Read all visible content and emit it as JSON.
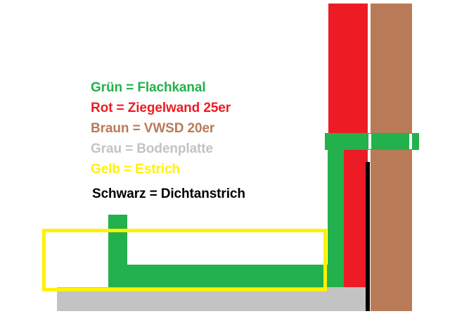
{
  "colors": {
    "green": "#22b14c",
    "red": "#ed1c24",
    "brown": "#b97a57",
    "gray": "#c3c3c3",
    "yellow": "#fff200",
    "black": "#000000"
  },
  "legend": [
    {
      "text": "Grün = Flachkanal",
      "color": "#22b14c"
    },
    {
      "text": "Rot = Ziegelwand 25er",
      "color": "#ed1c24"
    },
    {
      "text": "Braun = VWSD 20er",
      "color": "#b97a57"
    },
    {
      "text": "Grau = Bodenplatte",
      "color": "#c3c3c3"
    },
    {
      "text": "Gelb = Estrich",
      "color": "#fff200"
    },
    {
      "text": "Schwarz = Dichtanstrich",
      "color": "#000000"
    }
  ]
}
